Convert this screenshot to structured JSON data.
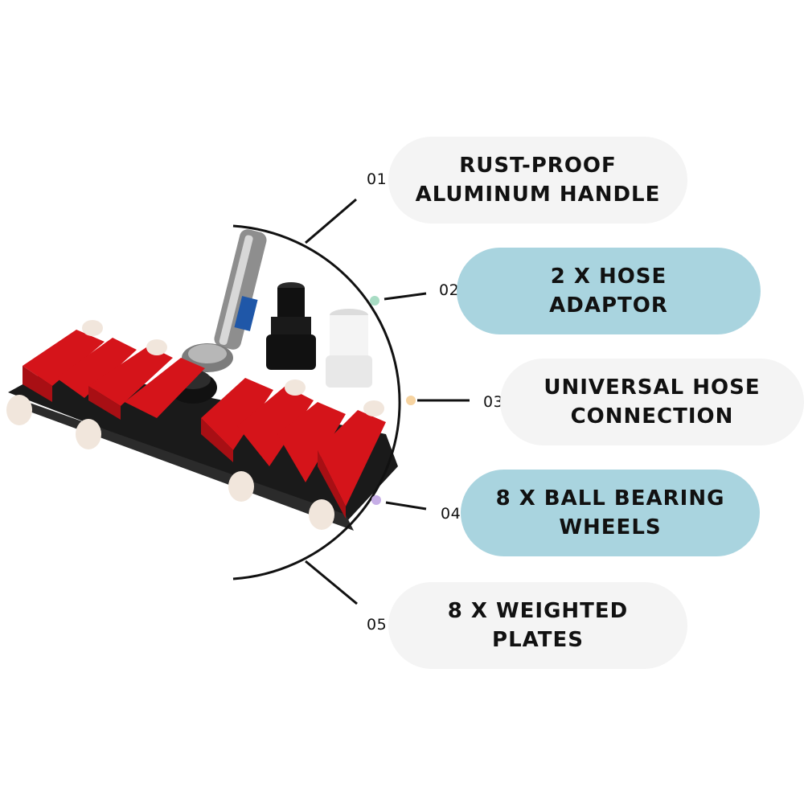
{
  "features": [
    {
      "number": "01",
      "label": "RUST-PROOF\nALUMINUM HANDLE",
      "pill_color": "#f4f4f4",
      "dot_color": "#111111"
    },
    {
      "number": "02",
      "label": "2 X HOSE\nADAPTOR",
      "pill_color": "#a9d4df",
      "dot_color": "#a8dcc4"
    },
    {
      "number": "03",
      "label": "UNIVERSAL HOSE\nCONNECTION",
      "pill_color": "#f4f4f4",
      "dot_color": "#f6d3a0"
    },
    {
      "number": "04",
      "label": "8 X BALL BEARING\nWHEELS",
      "pill_color": "#a9d4df",
      "dot_color": "#c6aee6"
    },
    {
      "number": "05",
      "label": "8 X WEIGHTED\nPLATES",
      "pill_color": "#f4f4f4",
      "dot_color": "#111111"
    }
  ],
  "colors": {
    "arc": "#111111",
    "head_red": "#d5141a",
    "base_black": "#1a1a1a",
    "handle_silver": "#9a9a9a",
    "adaptor_white": "#f2f2f2",
    "wheel": "#f1e6dc"
  }
}
